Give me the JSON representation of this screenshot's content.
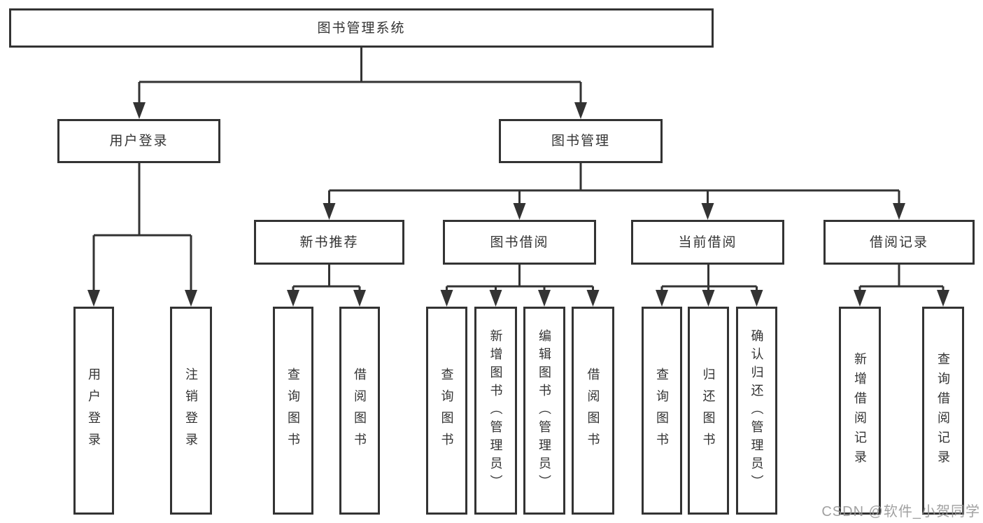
{
  "diagram": {
    "title": "图书管理系统",
    "root": {
      "label": "图书管理系统"
    },
    "branches": [
      {
        "label": "用户登录",
        "children": [
          {
            "label": "用户登录"
          },
          {
            "label": "注销登录"
          }
        ]
      },
      {
        "label": "图书管理",
        "children": [
          {
            "label": "新书推荐",
            "children": [
              {
                "label": "查询图书"
              },
              {
                "label": "借阅图书"
              }
            ]
          },
          {
            "label": "图书借阅",
            "children": [
              {
                "label": "查询图书"
              },
              {
                "label": "新增图书（管理员）"
              },
              {
                "label": "编辑图书（管理员）"
              },
              {
                "label": "借阅图书"
              }
            ]
          },
          {
            "label": "当前借阅",
            "children": [
              {
                "label": "查询图书"
              },
              {
                "label": "归还图书"
              },
              {
                "label": "确认归还（管理员）"
              }
            ]
          },
          {
            "label": "借阅记录",
            "children": [
              {
                "label": "新增借阅记录"
              },
              {
                "label": "查询借阅记录"
              }
            ]
          }
        ]
      }
    ]
  },
  "colors": {
    "line": "#333333",
    "box_border": "#333333",
    "background": "#ffffff",
    "watermark": "#949494"
  },
  "watermark": {
    "text": "CSDN @软件_小贺同学"
  }
}
